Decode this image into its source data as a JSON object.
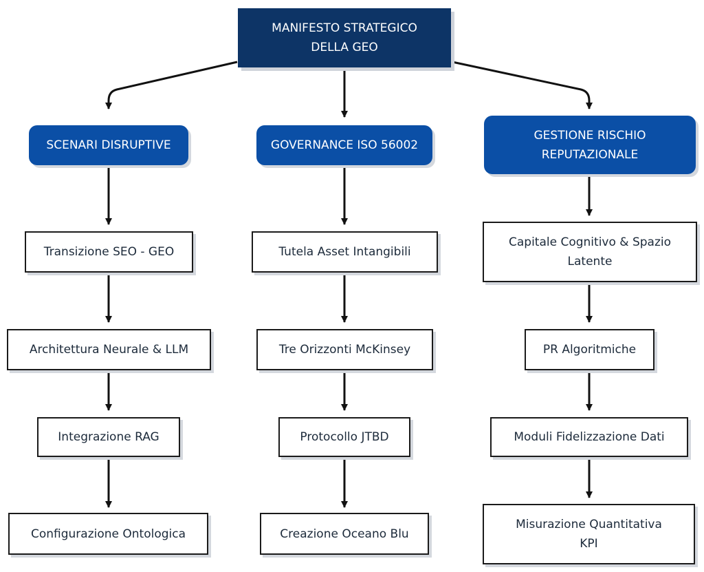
{
  "root": {
    "label": "MANIFESTO STRATEGICO\nDELLA GEO"
  },
  "branches": [
    {
      "title": "SCENARI DISRUPTIVE",
      "items": [
        "Transizione SEO - GEO",
        "Architettura Neurale & LLM",
        "Integrazione RAG",
        "Configurazione Ontologica"
      ]
    },
    {
      "title": "GOVERNANCE ISO 56002",
      "items": [
        "Tutela Asset Intangibili",
        "Tre Orizzonti McKinsey",
        "Protocollo JTBD",
        "Creazione Oceano Blu"
      ]
    },
    {
      "title": "GESTIONE RISCHIO\nREPUTAZIONALE",
      "items": [
        "Capitale Cognitivo & Spazio\nLatente",
        "PR Algoritmiche",
        "Moduli Fidelizzazione Dati",
        "Misurazione Quantitativa\nKPI"
      ]
    }
  ]
}
